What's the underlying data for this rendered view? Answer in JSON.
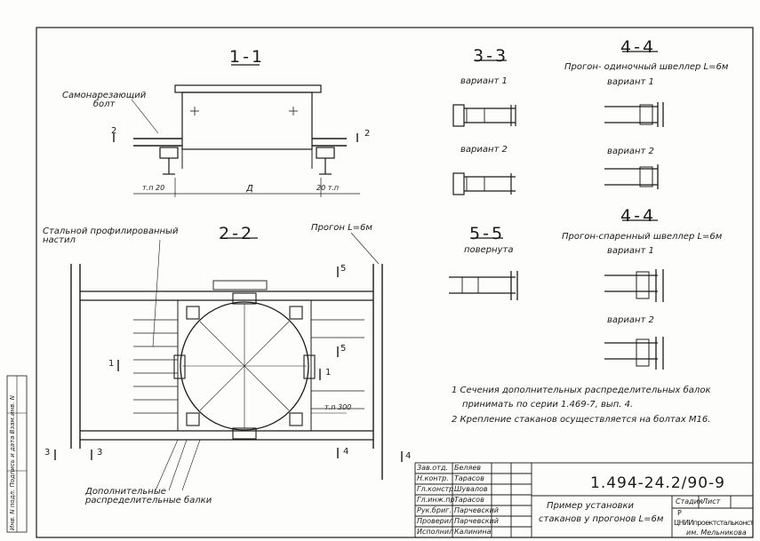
{
  "sections": {
    "s11": "1-1",
    "s22": "2-2",
    "s33": "3-3",
    "s44a": "4-4",
    "s44b": "4-4",
    "s55": "5-5"
  },
  "labels": {
    "bolt": "Самонарезающий\nболт",
    "tip20_left": "т.п 20",
    "tip20_right": "20 т.п",
    "dim_d": "Д",
    "deck": "Стальной профилированный\nнастил",
    "purlin": "Прогон L=6м",
    "tip300": "т.п 300",
    "extra_beams": "Дополнительные\nраспределительные балки",
    "single_channel": "Прогон- одиночный швеллер L=6м",
    "paired_channel": "Прогон-спаренный швеллер L=6м",
    "variant1_33": "вариант 1",
    "variant2_33": "вариант 2",
    "variant1_44a": "вариант 1",
    "variant2_44a": "вариант 2",
    "variant1_44b": "вариант 1",
    "variant2_44b": "вариант 2",
    "rotated": "повернута"
  },
  "cut_marks": {
    "m2a": "2",
    "m2b": "2",
    "m1a": "1",
    "m1b": "1",
    "m3a": "3",
    "m3b": "3",
    "m4a": "4",
    "m4b": "4",
    "m5a": "5",
    "m5b": "5"
  },
  "notes": {
    "n1": "1  Сечения дополнительных распределительных балок",
    "n1b": "принимать по серии 1.469-7, вып. 4.",
    "n2": "2  Крепление стаканов осуществляется на болтах М16."
  },
  "title_block": {
    "code": "1.494-24.2/90-9",
    "desc1": "Пример установки",
    "desc2": "стаканов у прогонов L=6м",
    "stage_h": "Стадия",
    "sheet_h": "Лист",
    "stage": "Р",
    "org": "ЦНИИпроектстальконструкция",
    "org2": "им. Мельникова",
    "roles": [
      {
        "role": "Зав.отд.",
        "name": "Беляев"
      },
      {
        "role": "Н.контр.",
        "name": "Тарасов"
      },
      {
        "role": "Гл.констр.",
        "name": "Шувалов"
      },
      {
        "role": "Гл.инж.пр.",
        "name": "Тарасов"
      },
      {
        "role": "Рук.бриг.",
        "name": "Парчевский"
      },
      {
        "role": "Проверил",
        "name": "Парчевский"
      },
      {
        "role": "Исполнил",
        "name": "Калинина"
      }
    ]
  },
  "margin_stamp": "Инв. N подл.   Подпись и дата   Взам.инв. N"
}
